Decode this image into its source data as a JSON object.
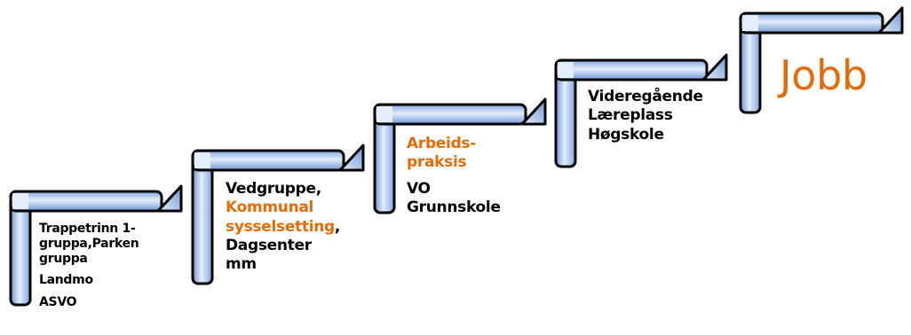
{
  "colors": {
    "step_fill_light": "#dde8f8",
    "step_fill_dark": "#7da6e2",
    "step_outline": "#000000",
    "highlight": "#e36c09",
    "text": "#000000"
  },
  "steps": [
    {
      "level": 1,
      "lines": [
        "Trappetrinn 1-",
        "gruppa,Parken",
        "gruppa"
      ],
      "extra": [
        "Landmo",
        "ASVO"
      ]
    },
    {
      "level": 2,
      "line1": "Vedgruppe,",
      "line2": "Kommunal",
      "line3": "sysselsetting",
      "line3_suffix": ",",
      "line4": "Dagsenter",
      "line5": "mm"
    },
    {
      "level": 3,
      "highlight": [
        "Arbeids-",
        "praksis"
      ],
      "lines": [
        "VO",
        "Grunnskole"
      ]
    },
    {
      "level": 4,
      "lines": [
        "Videregående",
        "Læreplass",
        "Høgskole"
      ]
    },
    {
      "level": 5,
      "label": "Jobb"
    }
  ]
}
